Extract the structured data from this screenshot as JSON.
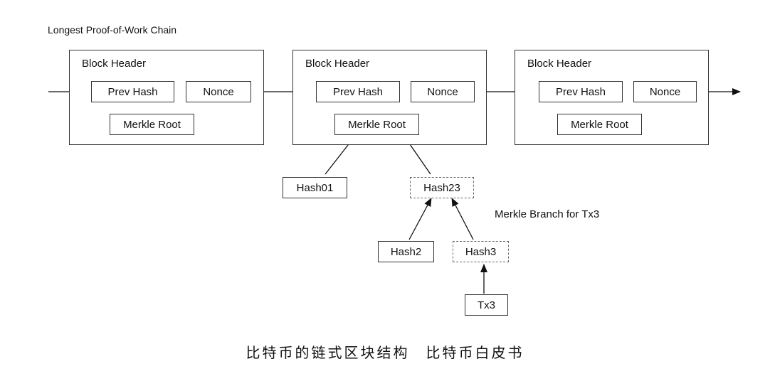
{
  "title": "Longest Proof-of-Work Chain",
  "blocks": [
    {
      "header": "Block Header",
      "prev_hash": "Prev Hash",
      "nonce": "Nonce",
      "merkle_root": "Merkle Root"
    },
    {
      "header": "Block Header",
      "prev_hash": "Prev Hash",
      "nonce": "Nonce",
      "merkle_root": "Merkle Root"
    },
    {
      "header": "Block Header",
      "prev_hash": "Prev Hash",
      "nonce": "Nonce",
      "merkle_root": "Merkle Root"
    }
  ],
  "nodes": {
    "hash01": "Hash01",
    "hash23": "Hash23",
    "hash2": "Hash2",
    "hash3": "Hash3",
    "tx3": "Tx3"
  },
  "branch_label": "Merkle Branch for Tx3",
  "caption": "比特币的链式区块结构　比特币白皮书"
}
